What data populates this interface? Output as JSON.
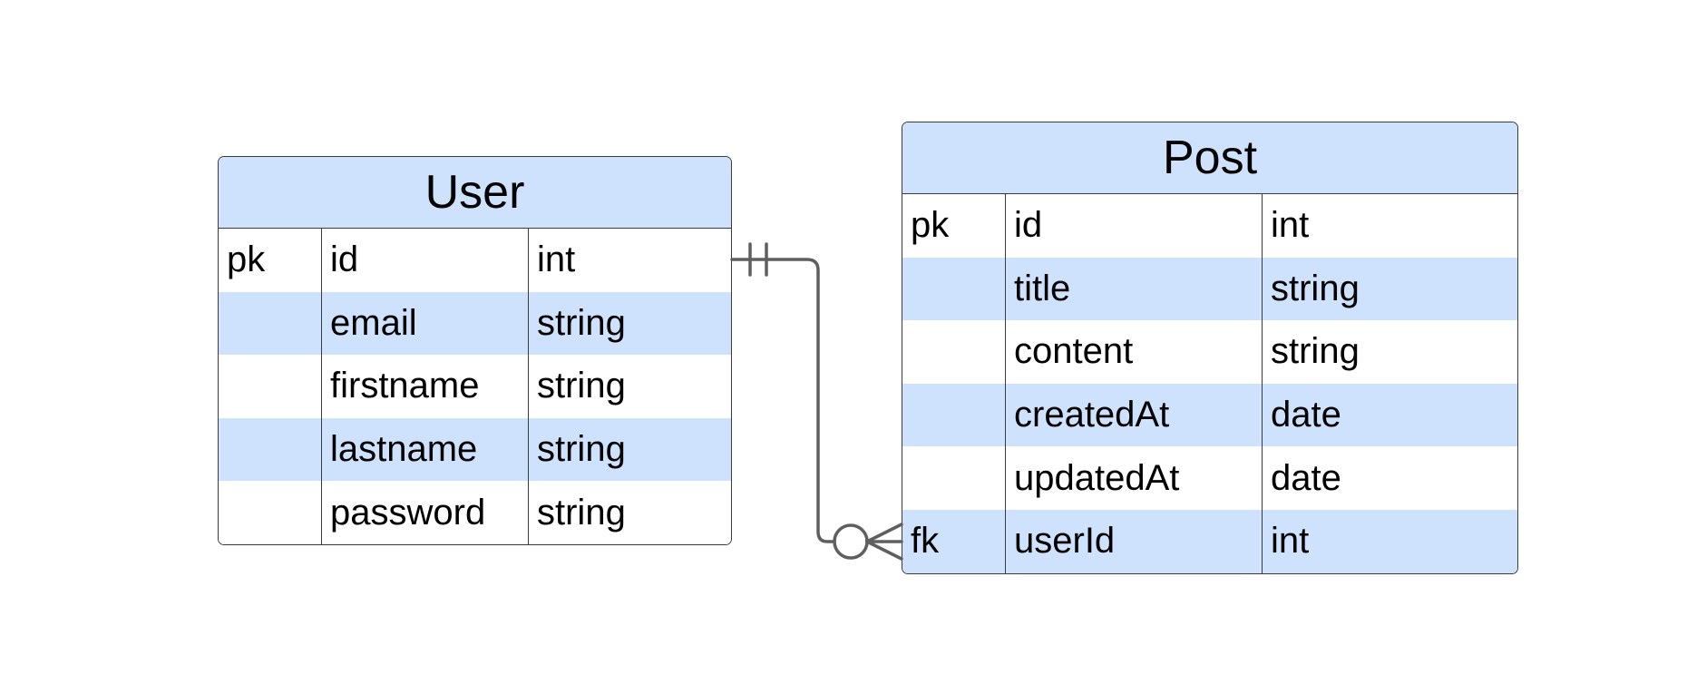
{
  "colors": {
    "header_fill": "#cfe2fd",
    "alt_row_fill": "#cfe2fd",
    "row_fill": "#ffffff",
    "border": "#3a3a3a",
    "connector": "#5f5f5f"
  },
  "entities": [
    {
      "name": "User",
      "rows": [
        {
          "key": "pk",
          "field": "id",
          "type": "int"
        },
        {
          "key": "",
          "field": "email",
          "type": "string"
        },
        {
          "key": "",
          "field": "firstname",
          "type": "string"
        },
        {
          "key": "",
          "field": "lastname",
          "type": "string"
        },
        {
          "key": "",
          "field": "password",
          "type": "string"
        }
      ]
    },
    {
      "name": "Post",
      "rows": [
        {
          "key": "pk",
          "field": "id",
          "type": "int"
        },
        {
          "key": "",
          "field": "title",
          "type": "string"
        },
        {
          "key": "",
          "field": "content",
          "type": "string"
        },
        {
          "key": "",
          "field": "createdAt",
          "type": "date"
        },
        {
          "key": "",
          "field": "updatedAt",
          "type": "date"
        },
        {
          "key": "fk",
          "field": "userId",
          "type": "int"
        }
      ]
    }
  ],
  "relationship": {
    "from": "User.id",
    "to": "Post.userId",
    "from_cardinality": "one-and-only-one",
    "to_cardinality": "zero-or-many"
  }
}
